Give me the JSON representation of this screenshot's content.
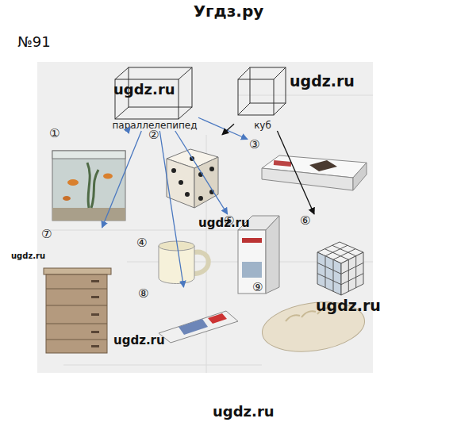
{
  "diagram": {
    "title": "Угдз.ру",
    "nodes": [
      {
        "text": [
          "параллелепипед"
        ]
      },
      {
        "text": [
          "куб"
        ]
      },
      {
        "text": [
          "①"
        ]
      },
      {
        "text": [
          "②"
        ]
      },
      {
        "text": [
          "③"
        ]
      },
      {
        "text": [
          "④"
        ]
      },
      {
        "text": [
          "⑤"
        ]
      },
      {
        "text": [
          "⑥"
        ]
      },
      {
        "text": [
          "⑦"
        ]
      },
      {
        "text": [
          "⑧"
        ]
      },
      {
        "text": [
          "⑨"
        ]
      }
    ],
    "edges": [
      {
        "from": 0,
        "to": 2,
        "arrow": "to"
      },
      {
        "from": 0,
        "to": 4,
        "arrow": "to"
      },
      {
        "from": 0,
        "to": 6,
        "arrow": "to"
      },
      {
        "from": 0,
        "to": 8,
        "arrow": "to"
      },
      {
        "from": 0,
        "to": 9,
        "arrow": "to"
      },
      {
        "from": 1,
        "to": 3,
        "arrow": "to"
      },
      {
        "from": 1,
        "to": 7,
        "arrow": "to"
      }
    ],
    "labels": [
      "№91",
      "ugdz.ru",
      "ugdz.ru",
      "ugdz.ru",
      "ugdz.ru",
      "ugdz.ru",
      "ugdz.ru",
      "ugdz.ru"
    ]
  }
}
